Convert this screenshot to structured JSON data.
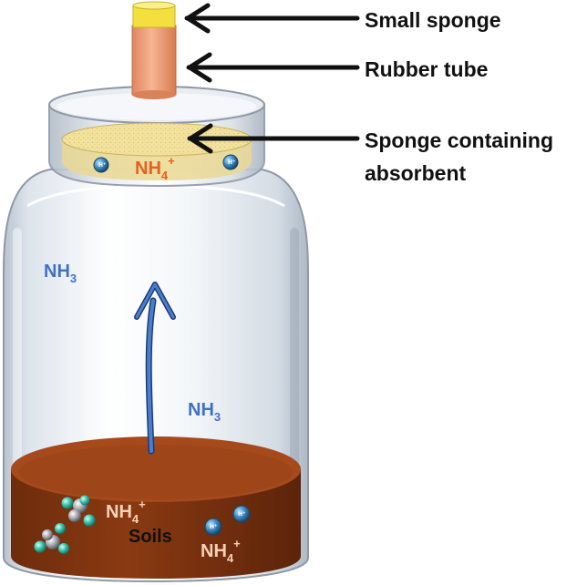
{
  "callouts": {
    "small_sponge": "Small sponge",
    "rubber_tube": "Rubber tube",
    "sponge_absorbent_line1": "Sponge containing",
    "sponge_absorbent_line2": "absorbent"
  },
  "labels": {
    "nh4_base": "NH",
    "nh4_sub": "4",
    "nh4_sup": "+",
    "nh3_base": "NH",
    "nh3_sub": "3",
    "soils": "Soils",
    "h_ion_base": "H",
    "h_ion_sup": "+"
  },
  "colors": {
    "nh4_lid": "#e2611f",
    "nh3": "#3f72c4",
    "nh4_soil": "#f7d2b4",
    "soil_top": "#a4471a",
    "soil_side": "#7f3510",
    "sponge_yellow": "#f4e4a2",
    "rubber_tube": "#f0a27d",
    "small_sponge": "#f3df3d",
    "h_ion": "#3c8cc4"
  }
}
